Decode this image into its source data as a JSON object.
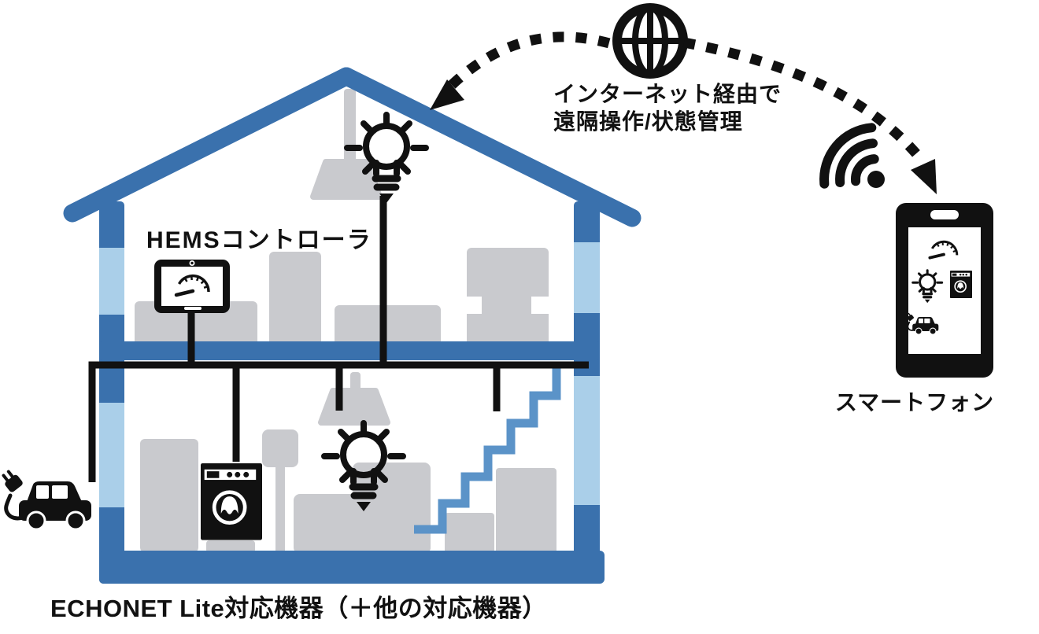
{
  "labels": {
    "hems_controller": "HEMSコントローラ",
    "internet_line1": "インターネット経由で",
    "internet_line2": "遠隔操作/状態管理",
    "smartphone": "スマートフォン",
    "caption": "ECHONET Lite対応機器（＋他の対応機器）"
  },
  "icons": {
    "globe": "internet-globe",
    "wifi": "wifi-signal",
    "smartphone": "smartphone",
    "hems_tablet": "hems-controller-tablet",
    "gauge": "energy-meter-gauge",
    "lightbulb_upstairs": "ceiling-lightbulb",
    "lightbulb_downstairs": "ceiling-lightbulb",
    "washing_machine": "washing-machine",
    "ev_car": "electric-car-with-plug",
    "arrow_to_house": "dotted-arrow-internet-to-house",
    "arrow_to_phone": "dotted-arrow-internet-to-phone"
  },
  "colors": {
    "house_dark_blue": "#3a71ad",
    "house_light_blue": "#aacfe9",
    "stairs_blue": "#5b93c8",
    "furniture_gray": "#c9cace",
    "line_black": "#111111",
    "background": "#ffffff"
  }
}
